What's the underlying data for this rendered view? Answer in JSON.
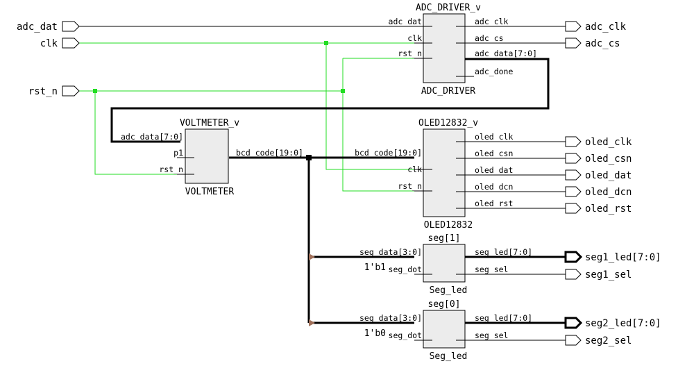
{
  "inputs": {
    "adc_dat": "adc_dat",
    "clk": "clk",
    "rst_n": "rst_n"
  },
  "outputs": {
    "adc_clk": "adc_clk",
    "adc_cs": "adc_cs",
    "oled_clk": "oled_clk",
    "oled_csn": "oled_csn",
    "oled_dat": "oled_dat",
    "oled_dcn": "oled_dcn",
    "oled_rst": "oled_rst",
    "seg1_led": "seg1_led[7:0]",
    "seg1_sel": "seg1_sel",
    "seg2_led": "seg2_led[7:0]",
    "seg2_sel": "seg2_sel"
  },
  "adc_driver": {
    "instance": "ADC_DRIVER_v",
    "type": "ADC_DRIVER",
    "pins": {
      "adc_dat": "adc_dat",
      "clk": "clk",
      "rst_n": "rst_n",
      "adc_clk": "adc_clk",
      "adc_cs": "adc_cs",
      "adc_data": "adc_data[7:0]",
      "adc_done": "adc_done"
    }
  },
  "voltmeter": {
    "instance": "VOLTMETER_v",
    "type": "VOLTMETER",
    "pins": {
      "adc_data": "adc_data[7:0]",
      "p1": "p1",
      "rst_n": "rst_n",
      "bcd_code": "bcd_code[19:0]"
    }
  },
  "oled": {
    "instance": "OLED12832_v",
    "type": "OLED12832",
    "pins": {
      "bcd_code": "bcd_code[19:0]",
      "clk": "clk",
      "rst_n": "rst_n",
      "oled_clk": "oled_clk",
      "oled_csn": "oled_csn",
      "oled_dat": "oled_dat",
      "oled_dcn": "oled_dcn",
      "oled_rst": "oled_rst"
    }
  },
  "seg1": {
    "instance": "seg[1]",
    "type": "Seg_led",
    "const": "1'b1",
    "pins": {
      "seg_data": "seg_data[3:0]",
      "seg_dot": "seg_dot",
      "seg_led": "seg_led[7:0]",
      "seg_sel": "seg_sel"
    }
  },
  "seg0": {
    "instance": "seg[0]",
    "type": "Seg_led",
    "const": "1'b0",
    "pins": {
      "seg_data": "seg_data[3:0]",
      "seg_dot": "seg_dot",
      "seg_led": "seg_led[7:0]",
      "seg_sel": "seg_sel"
    }
  },
  "colors": {
    "net_highlight": "#22dd22",
    "bus_ripper": "#a0705a",
    "block_fill": "#ececec"
  }
}
